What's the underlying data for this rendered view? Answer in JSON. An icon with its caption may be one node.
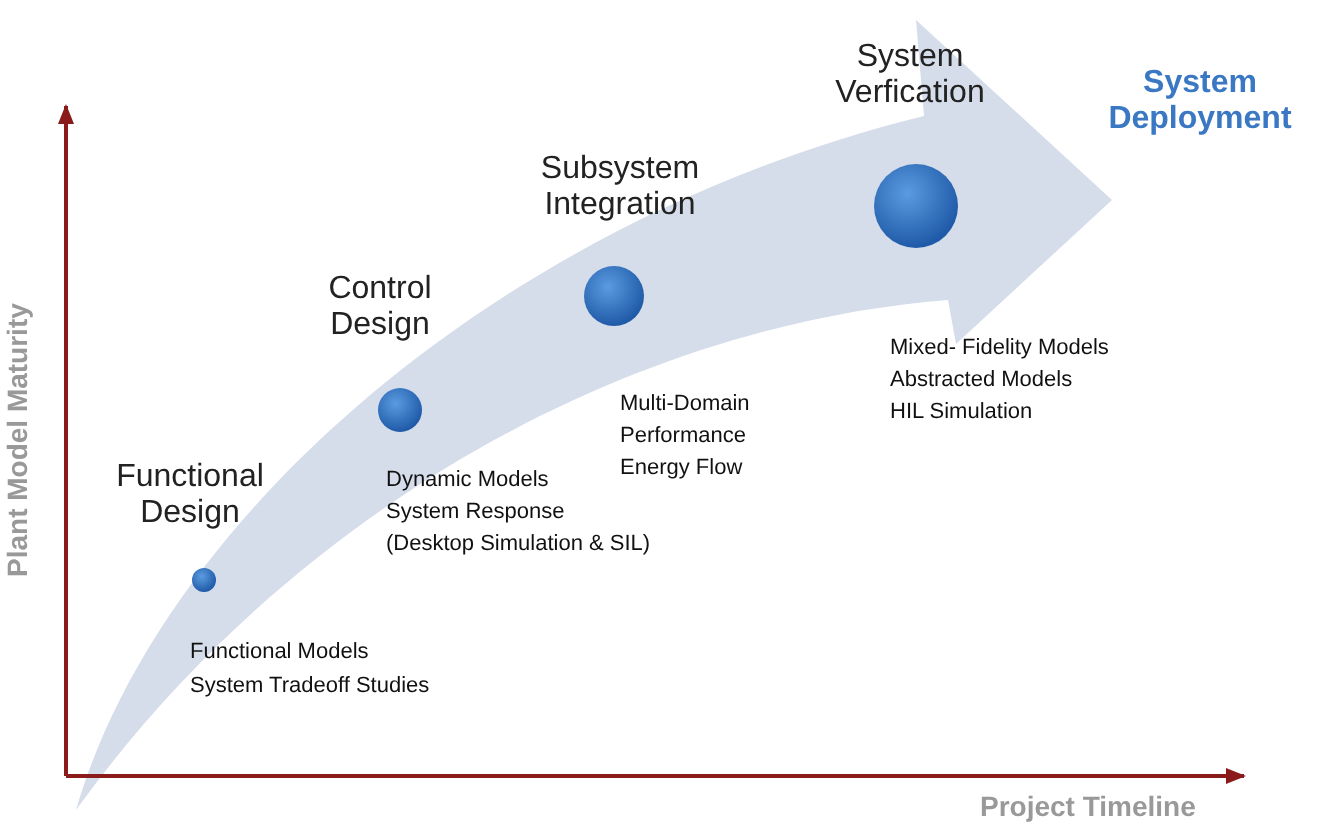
{
  "diagram": {
    "labels": [
      "System Verfication",
      "System Deployment",
      "Subsystem Integration",
      "Plant Model Maturity",
      "Control Design",
      "Mixed- Fidelity Models",
      "Abstracted Models",
      "HIL Simulation",
      "Multi-Domain",
      "Performance",
      "Energy Flow",
      "Functional Design",
      "Dynamic Models",
      "System Response",
      "(Desktop Simulation & SIL)",
      "Functional Models",
      "System Tradeoff Studies",
      "Project Timeline"
    ]
  }
}
